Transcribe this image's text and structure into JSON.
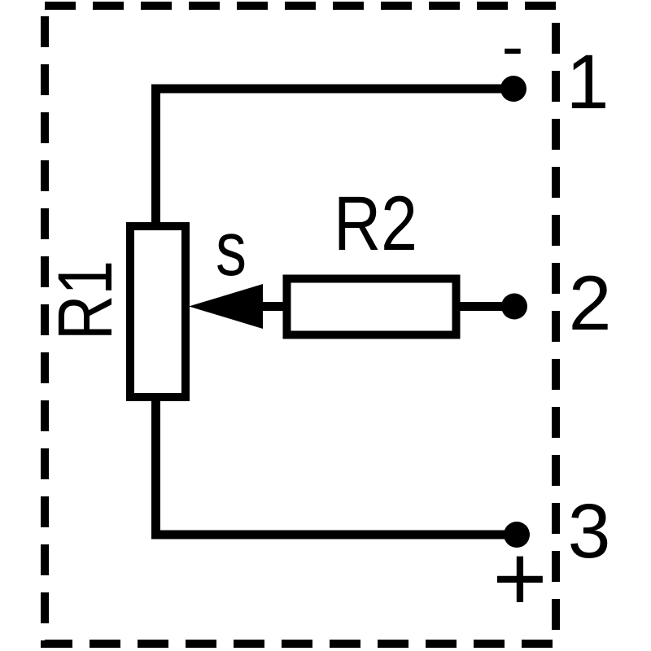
{
  "page": {
    "background_color": "#ffffff",
    "ink_color": "#000000"
  },
  "schematic": {
    "kind": "potentiometer-circuit-diagram",
    "components": {
      "r1": {
        "label": "R1"
      },
      "r2": {
        "label": "R2"
      },
      "wiper": {
        "label": "s"
      }
    },
    "terminals": [
      {
        "number": "1",
        "polarity": "-"
      },
      {
        "number": "2",
        "polarity": ""
      },
      {
        "number": "3",
        "polarity": "+"
      }
    ]
  }
}
